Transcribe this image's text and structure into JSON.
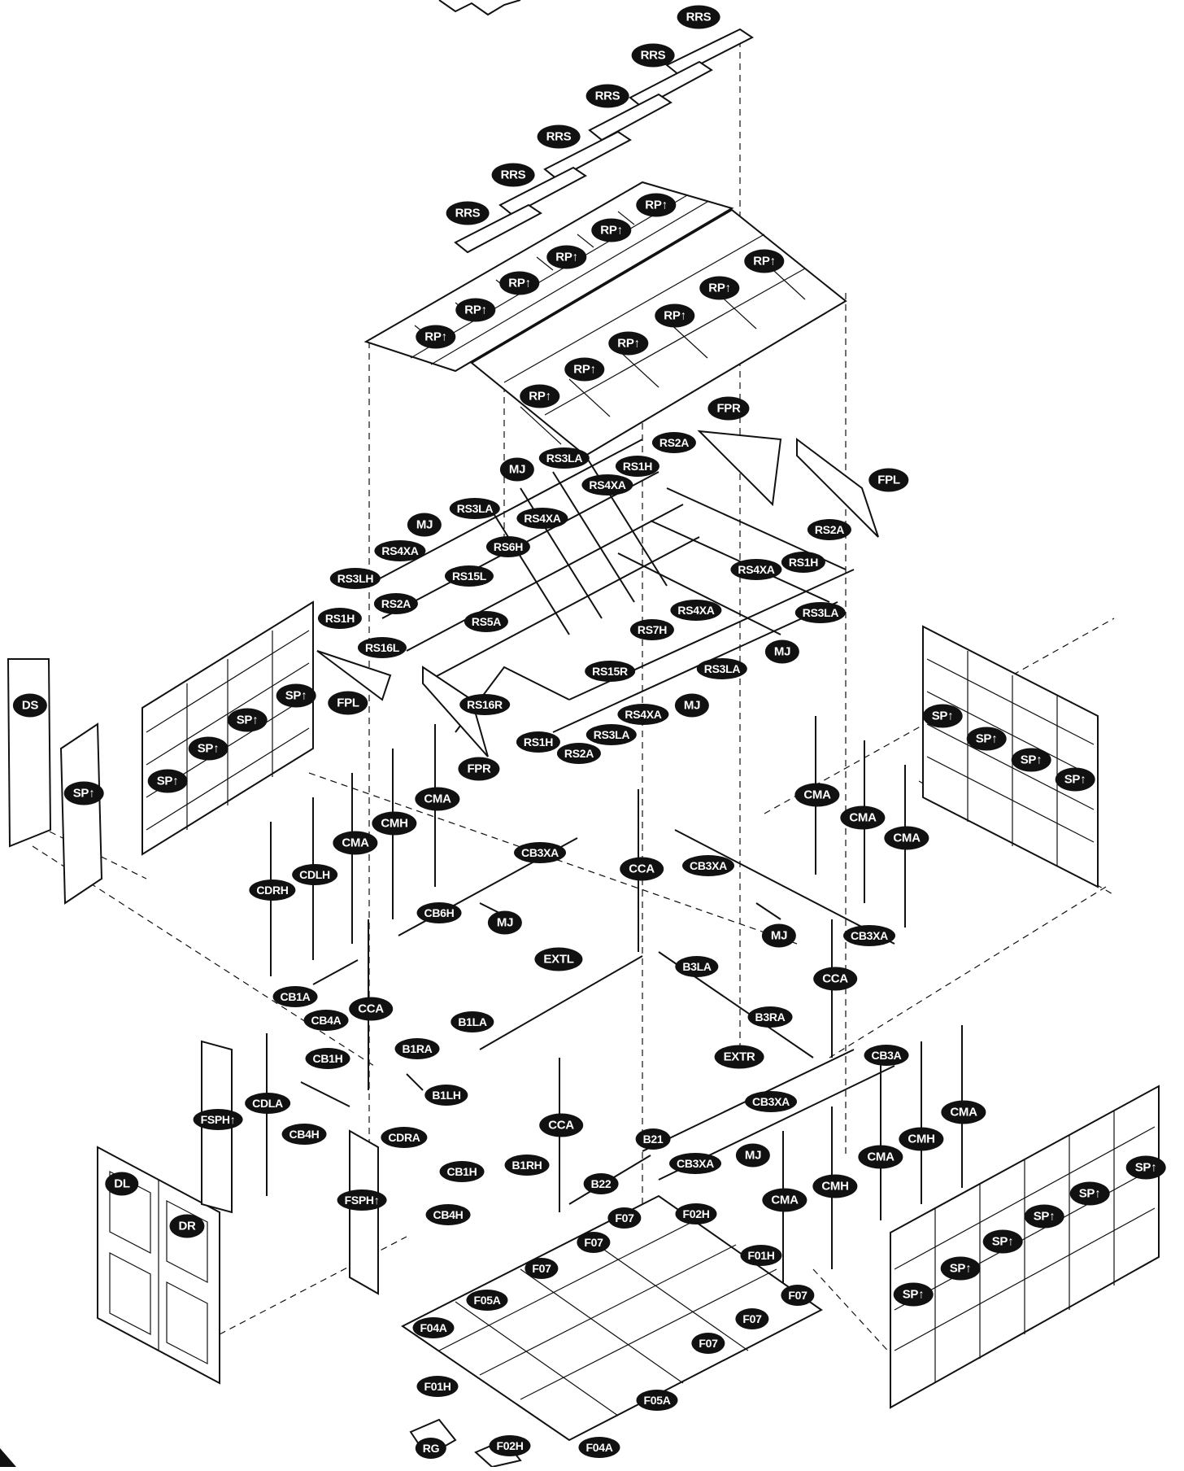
{
  "labels": {
    "rrs1": "RRS",
    "rrs2": "RRS",
    "rrs3": "RRS",
    "rrs4": "RRS",
    "rrs5": "RRS",
    "rrs6": "RRS",
    "rp1": "RP↑",
    "rp2": "RP↑",
    "rp3": "RP↑",
    "rp4": "RP↑",
    "rp5": "RP↑",
    "rp6": "RP↑",
    "rp7": "RP↑",
    "rp8": "RP↑",
    "rp9": "RP↑",
    "rp10": "RP↑",
    "rp11": "RP↑",
    "rp12": "RP↑",
    "fpr1": "FPR",
    "fpl1": "FPL",
    "fpl2": "FPL",
    "fpr2": "FPR",
    "mj1": "MJ",
    "mj2": "MJ",
    "mj3": "MJ",
    "mj4": "MJ",
    "mj5": "MJ",
    "mj6": "MJ",
    "mj7": "MJ",
    "rs3la1": "RS3LA",
    "rs3la2": "RS3LA",
    "rs3la3": "RS3LA",
    "rs3la4": "RS3LA",
    "rs3la5": "RS3LA",
    "rs2a1": "RS2A",
    "rs2a2": "RS2A",
    "rs2a3": "RS2A",
    "rs2a4": "RS2A",
    "rs1h1": "RS1H",
    "rs1h2": "RS1H",
    "rs1h3": "RS1H",
    "rs1h4": "RS1H",
    "rs4xa1": "RS4XA",
    "rs4xa2": "RS4XA",
    "rs4xa3": "RS4XA",
    "rs4xa4": "RS4XA",
    "rs4xa5": "RS4XA",
    "rs4xa6": "RS4XA",
    "rs6h": "RS6H",
    "rs15l": "RS15L",
    "rs3lh": "RS3LH",
    "rs5a": "RS5A",
    "rs7h": "RS7H",
    "rs16l": "RS16L",
    "rs15r": "RS15R",
    "rs16r": "RS16R",
    "ds": "DS",
    "sp1": "SP↑",
    "sp2": "SP↑",
    "sp3": "SP↑",
    "sp4": "SP↑",
    "sp5": "SP↑",
    "sp6": "SP↑",
    "sp7": "SP↑",
    "sp8": "SP↑",
    "sp9": "SP↑",
    "sp10": "SP↑",
    "sp11": "SP↑",
    "sp12": "SP↑",
    "sp13": "SP↑",
    "sp14": "SP↑",
    "sp15": "SP↑",
    "cma1": "CMA",
    "cma2": "CMA",
    "cma3": "CMA",
    "cma4": "CMA",
    "cma5": "CMA",
    "cma6": "CMA",
    "cma7": "CMA",
    "cma8": "CMA",
    "cmh1": "CMH",
    "cmh2": "CMH",
    "cmh3": "CMH",
    "cdrh": "CDRH",
    "cdlh": "CDLH",
    "cdla": "CDLA",
    "cdra": "CDRA",
    "cb3xa1": "CB3XA",
    "cb3xa2": "CB3XA",
    "cb3xa3": "CB3XA",
    "cb3xa4": "CB3XA",
    "cb3xa5": "CB3XA",
    "cca1": "CCA",
    "cca2": "CCA",
    "cca3": "CCA",
    "cca4": "CCA",
    "cb6h": "CB6H",
    "cb1a": "CB1A",
    "cb4a": "CB4A",
    "cb1h1": "CB1H",
    "cb1h2": "CB1H",
    "cb4h1": "CB4H",
    "cb4h2": "CB4H",
    "cb3a": "CB3A",
    "extl": "EXTL",
    "extr": "EXTR",
    "b3la": "B3LA",
    "b3ra": "B3RA",
    "b1la": "B1LA",
    "b1ra": "B1RA",
    "b1lh": "B1LH",
    "b1rh": "B1RH",
    "b21": "B21",
    "b22": "B22",
    "fsph1": "FSPH↑",
    "fsph2": "FSPH↑",
    "dl": "DL",
    "dr": "DR",
    "f07a": "F07",
    "f07b": "F07",
    "f07c": "F07",
    "f07d": "F07",
    "f07e": "F07",
    "f07f": "F07",
    "f02h1": "F02H",
    "f02h2": "F02H",
    "f01h1": "F01H",
    "f01h2": "F01H",
    "f05a1": "F05A",
    "f05a2": "F05A",
    "f04a1": "F04A",
    "f04a2": "F04A",
    "rg": "RG"
  }
}
